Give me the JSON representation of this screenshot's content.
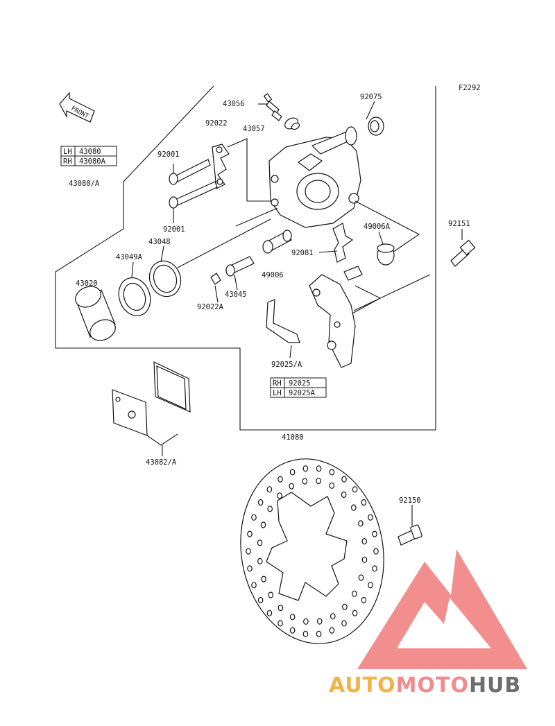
{
  "figure_code": "F2292",
  "front_label": "FRONT",
  "labels": {
    "p43056": "43056",
    "p92075": "92075",
    "p92022": "92022",
    "p43057": "43057",
    "p92001a": "92001",
    "p92001b": "92001",
    "p43080A": "43080/A",
    "p43048": "43048",
    "p43049A": "43049A",
    "p43020": "43020",
    "p92081": "92081",
    "p49006A": "49006A",
    "p92151": "92151",
    "p49006": "49006",
    "p43045": "43045",
    "p92022A": "92022A",
    "p92025A": "92025/A",
    "p41080": "41080",
    "p43082A": "43082/A",
    "p92150": "92150"
  },
  "box_caliper": {
    "row1_side": "LH",
    "row1_part": "43080",
    "row2_side": "RH",
    "row2_part": "43080A"
  },
  "box_bracket": {
    "row1_side": "RH",
    "row1_part": "92025",
    "row2_side": "LH",
    "row2_part": "92025A"
  },
  "watermark": {
    "text_a": "AUTO",
    "text_b": "MOTO",
    "text_c": "HUB",
    "color_a": "#f2b24b",
    "color_b": "#ef8c8c",
    "color_c": "#6d6d6d",
    "logo_color": "#f07a7a"
  }
}
